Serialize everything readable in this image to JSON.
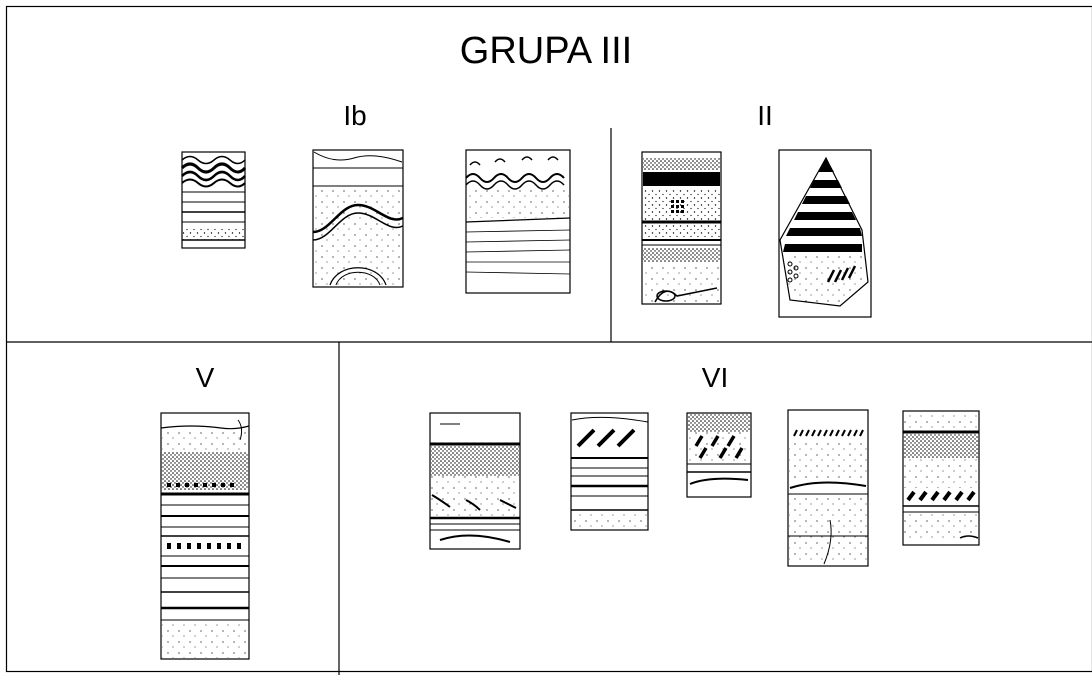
{
  "plate": {
    "title": "GRUPA III",
    "groups": {
      "ib": "Ib",
      "ii": "II",
      "v": "V",
      "vi": "VI"
    }
  }
}
